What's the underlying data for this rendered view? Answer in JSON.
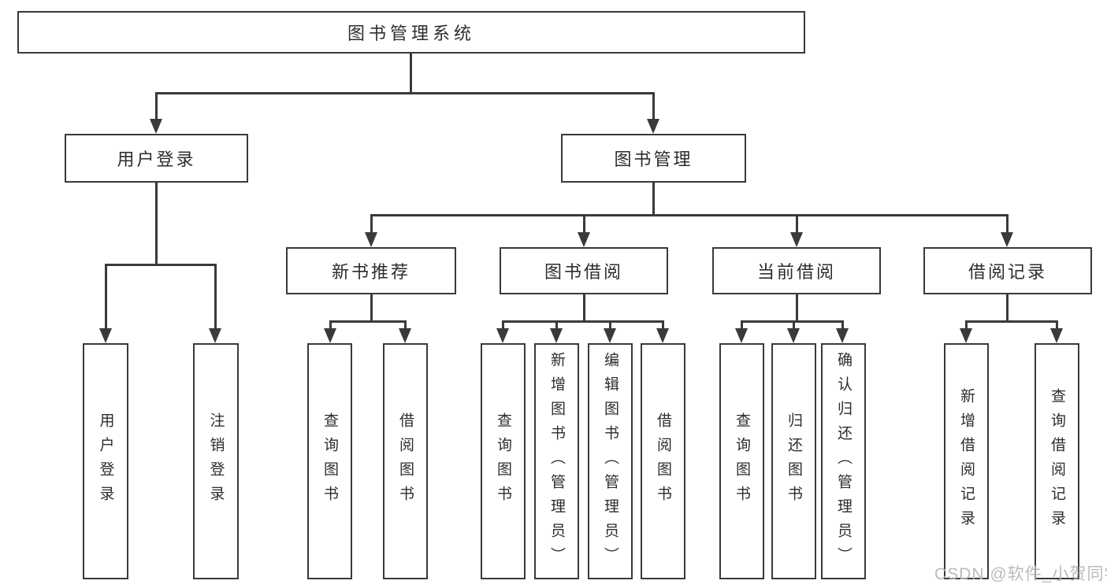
{
  "nodes": {
    "root": {
      "label": "图书管理系统"
    },
    "user_login": {
      "label": "用户登录"
    },
    "book_mgmt": {
      "label": "图书管理"
    },
    "new_book_rec": {
      "label": "新书推荐"
    },
    "book_borrow": {
      "label": "图书借阅"
    },
    "current_borrow": {
      "label": "当前借阅"
    },
    "borrow_records": {
      "label": "借阅记录"
    },
    "leaf_user_login": {
      "label": "用户登录"
    },
    "leaf_logout": {
      "label": "注销登录"
    },
    "leaf_query_book_1": {
      "label": "查询图书"
    },
    "leaf_borrow_book_1": {
      "label": "借阅图书"
    },
    "leaf_query_book_2": {
      "label": "查询图书"
    },
    "leaf_add_book_admin": {
      "label": "新增图书（管理员）"
    },
    "leaf_edit_book_admin": {
      "label": "编辑图书（管理员）"
    },
    "leaf_borrow_book_2": {
      "label": "借阅图书"
    },
    "leaf_query_book_3": {
      "label": "查询图书"
    },
    "leaf_return_book": {
      "label": "归还图书"
    },
    "leaf_confirm_return_admin": {
      "label": "确认归还（管理员）"
    },
    "leaf_add_borrow_record": {
      "label": "新增借阅记录"
    },
    "leaf_query_borrow_record": {
      "label": "查询借阅记录"
    }
  },
  "watermark": {
    "text": "CSDN @软件_小贺同学"
  },
  "colors": {
    "line": "#3a3a3a",
    "text": "#2d2d2d",
    "watermark": "#b6b6b6",
    "background": "#ffffff"
  }
}
